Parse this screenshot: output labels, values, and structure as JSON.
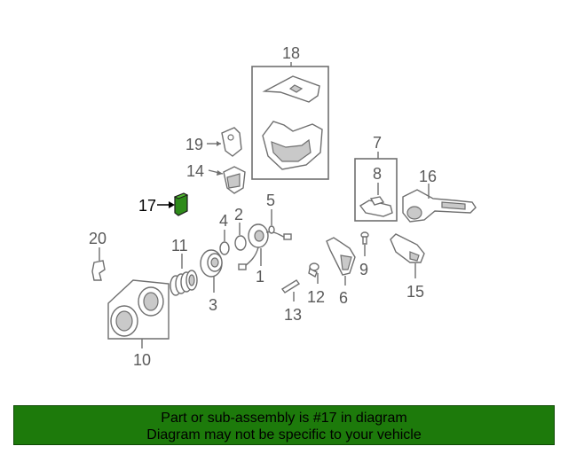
{
  "callouts": {
    "c1": "1",
    "c2": "2",
    "c3": "3",
    "c4": "4",
    "c5": "5",
    "c6": "6",
    "c7": "7",
    "c8": "8",
    "c9": "9",
    "c10": "10",
    "c11": "11",
    "c12": "12",
    "c13": "13",
    "c14": "14",
    "c15": "15",
    "c16": "16",
    "c17": "17",
    "c18": "18",
    "c19": "19",
    "c20": "20"
  },
  "highlight": {
    "part": "17",
    "color": "#2e8b1a"
  },
  "banner": {
    "line1": "Part or sub-assembly is #17 in diagram",
    "line2": "Diagram may not be specific to your vehicle",
    "background": "#1d7a0b"
  }
}
